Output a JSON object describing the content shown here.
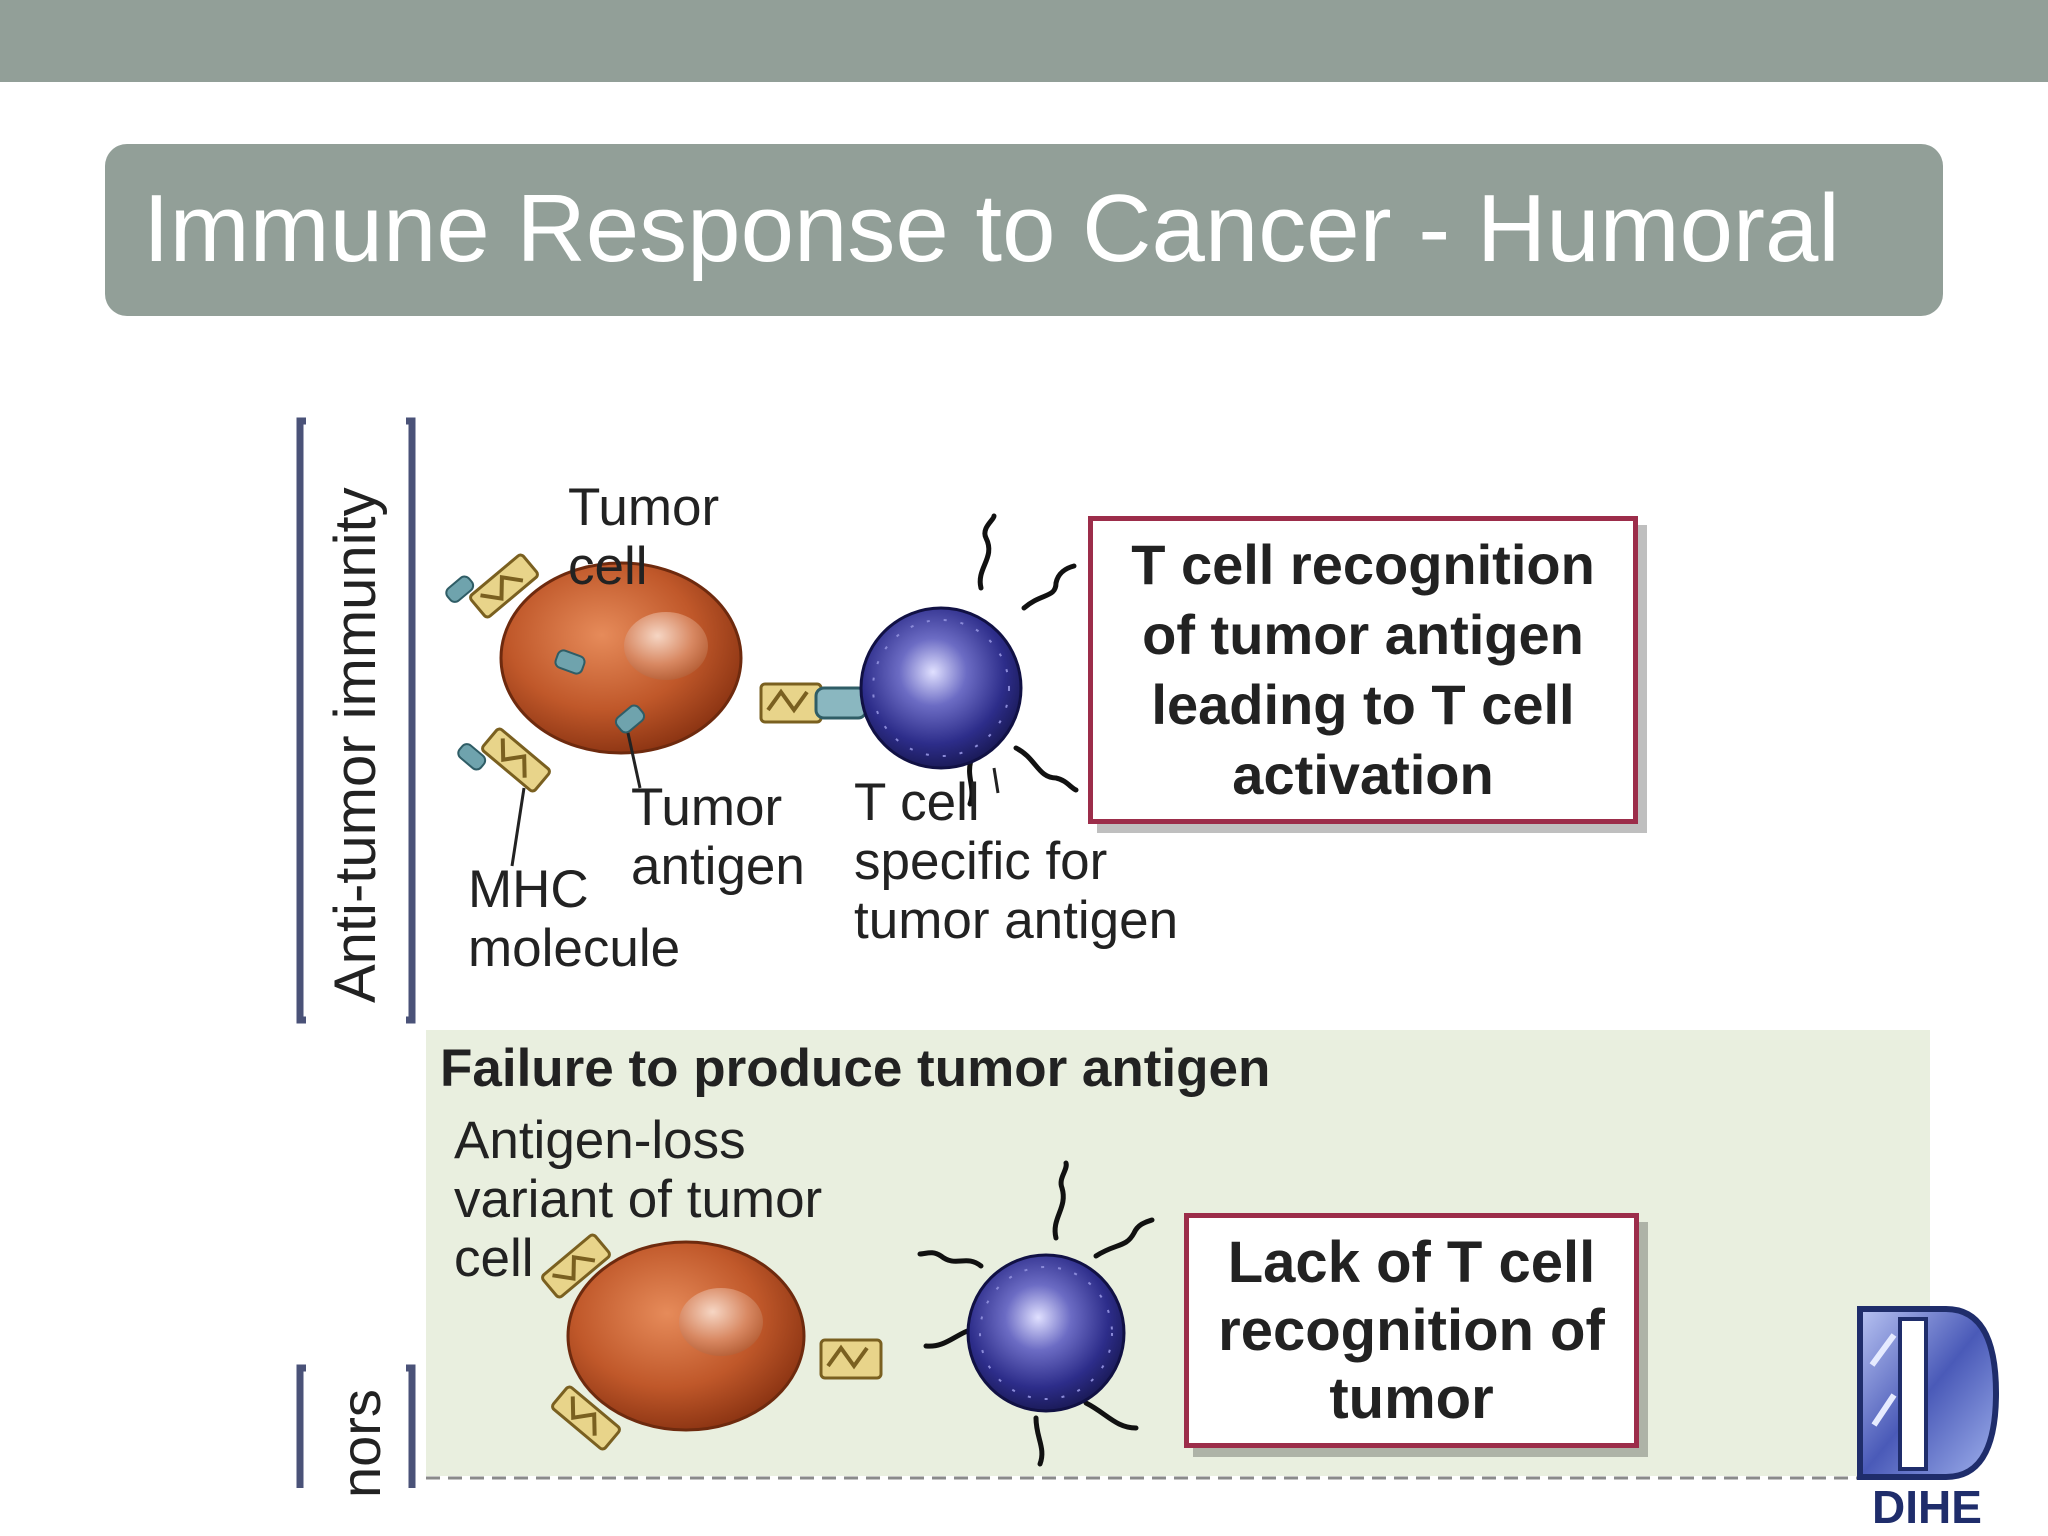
{
  "slide": {
    "title": "Immune Response to Cancer - Humoral"
  },
  "figure": {
    "section_labels": {
      "top": "Anti-tumor immunity",
      "bottom": "nors"
    },
    "top_panel": {
      "labels": {
        "tumor_cell": "Tumor\ncell",
        "tumor_antigen": "Tumor\nantigen",
        "mhc_molecule": "MHC\nmolecule",
        "t_cell": "T cell\nspecific for\ntumor antigen"
      },
      "result_box": "T cell recognition\nof tumor antigen\nleading to T cell\nactivation"
    },
    "bottom_panel": {
      "heading": "Failure to produce tumor antigen",
      "labels": {
        "variant": "Antigen-loss\nvariant of tumor\ncell"
      },
      "result_box": "Lack of T cell\nrecognition of\ntumor"
    },
    "colors": {
      "tumor_cell": "#c0582a",
      "t_cell": "#2b2b7a",
      "box_border": "#9c2d4a",
      "bottom_panel_bg": "#e9efdf",
      "bracket": "#4a5278"
    }
  },
  "logo": {
    "text": "DIHE"
  }
}
